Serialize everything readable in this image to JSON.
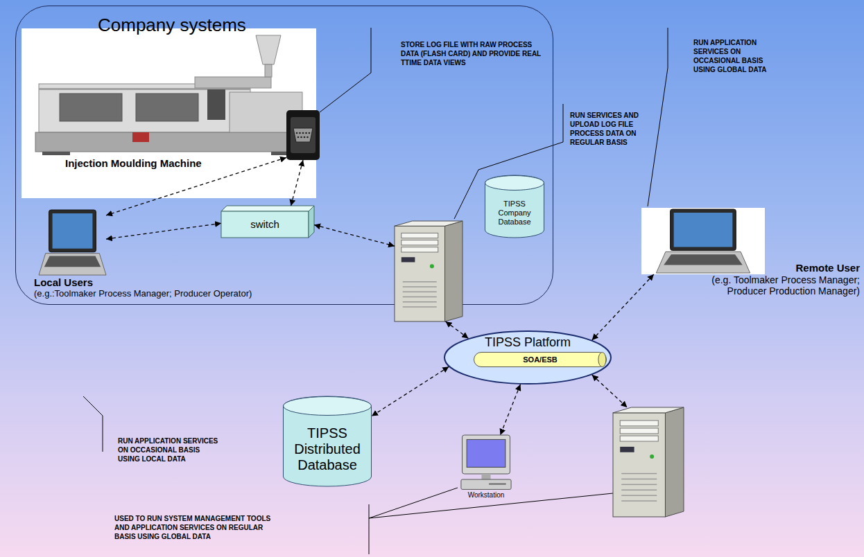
{
  "diagram": {
    "nodes": [
      {
        "text": [
          "Company systems"
        ]
      },
      {
        "text": [
          "Injection Moulding Machine"
        ],
        "in": 0
      },
      {
        "text": [],
        "in": 0
      },
      {
        "text": [
          "Local Users",
          "(e.g.:Toolmaker Process Manager; Producer Operator)"
        ],
        "in": 0
      },
      {
        "text": [
          "switch"
        ],
        "in": 0
      },
      {
        "text": [
          "TIPSS Company Database"
        ],
        "in": 0
      },
      {
        "text": [],
        "in": 0
      },
      {
        "text": [
          "Remote User",
          "(e.g. Toolmaker Process Manager; Producer Production Manager)"
        ]
      },
      {
        "text": [
          "TIPSS Platform"
        ]
      },
      {
        "text": [
          "SOA/ESB"
        ],
        "in": 8
      },
      {
        "text": [
          "TIPSS Distributed Database"
        ]
      },
      {
        "text": [
          "Workstation"
        ]
      },
      {
        "text": []
      }
    ],
    "edges": [
      {
        "from": 2,
        "to": 3,
        "arrow": "both"
      },
      {
        "from": 2,
        "to": 4,
        "arrow": "both"
      },
      {
        "from": 3,
        "to": 4,
        "arrow": "both"
      },
      {
        "from": 4,
        "to": 6,
        "arrow": "both"
      },
      {
        "from": 6,
        "to": 8,
        "arrow": "both"
      },
      {
        "from": 7,
        "to": 8,
        "arrow": "both"
      },
      {
        "from": 8,
        "to": 10,
        "arrow": "both"
      },
      {
        "from": 8,
        "to": 11,
        "arrow": "both"
      },
      {
        "from": 8,
        "to": 12,
        "arrow": "both"
      }
    ],
    "labels": [
      "STORE LOG FILE WITH RAW PROCESS DATA (FLASH CARD) AND PROVIDE REAL TTIME DATA VIEWS",
      "RUN SERVICES AND UPLOAD LOG FILE PROCESS DATA ON REGULAR BASIS",
      "RUN APPLICATION SERVICES ON OCCASIONAL BASIS USING GLOBAL DATA",
      "RUN APPLICATION SERVICES ON OCCASIONAL BASIS USING LOCAL DATA",
      "USED TO RUN SYSTEM MANAGEMENT TOOLS AND APPLICATION SERVICES ON REGULAR BASIS USING GLOBAL DATA"
    ]
  }
}
